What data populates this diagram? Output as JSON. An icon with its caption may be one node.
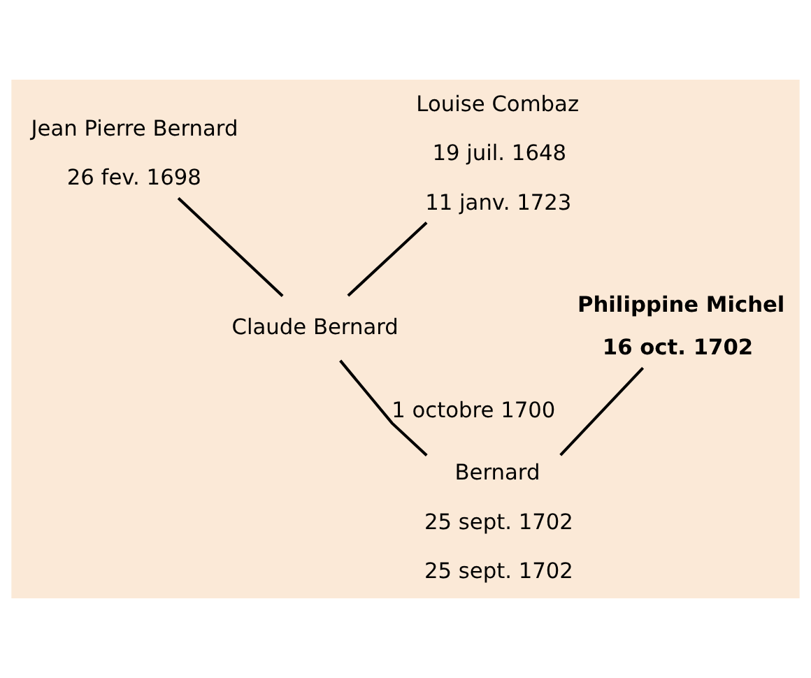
{
  "diagram": {
    "nodes": [
      {
        "text": [
          "Jean Pierre Bernard",
          "26 fev. 1698"
        ]
      },
      {
        "text": [
          "Louise Combaz",
          "19 juil. 1648",
          "11 janv. 1723"
        ]
      },
      {
        "text": [
          "Claude Bernard"
        ]
      },
      {
        "text": [
          "Philippine Michel",
          "16 oct. 1702"
        ]
      },
      {
        "text": [
          "Bernard",
          "25 sept. 1702",
          "25 sept. 1702"
        ]
      }
    ],
    "edges": [
      {
        "from": 0,
        "to": 2,
        "arrow": "none"
      },
      {
        "from": 1,
        "to": 2,
        "arrow": "none"
      },
      {
        "from": 2,
        "to": 4,
        "arrow": "none",
        "label": "1 octobre 1700"
      },
      {
        "from": 3,
        "to": 4,
        "arrow": "none"
      }
    ]
  }
}
